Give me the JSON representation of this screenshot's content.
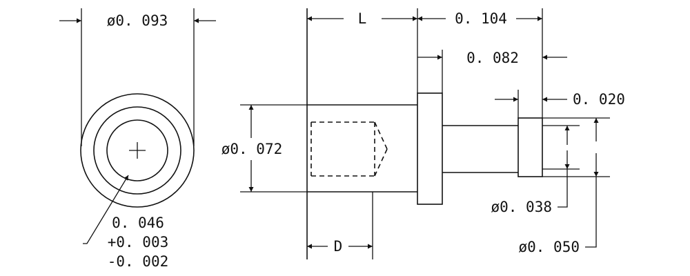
{
  "end_view": {
    "diameter_label": "ø0. 093",
    "bore_label_line1": "0. 046",
    "bore_label_line2": "+0. 003",
    "bore_label_line3": "-0. 002"
  },
  "side_view": {
    "length_label": "L",
    "flange_to_end_label": "0. 104",
    "flange_gap_label": "0. 082",
    "collar_width_label": "0. 020",
    "body_diameter_label": "ø0. 072",
    "depth_label": "D",
    "pin_diameter_label": "ø0. 038",
    "collar_diameter_label": "ø0. 050"
  },
  "colors": {
    "ink": "#111111",
    "paper": "#ffffff"
  }
}
